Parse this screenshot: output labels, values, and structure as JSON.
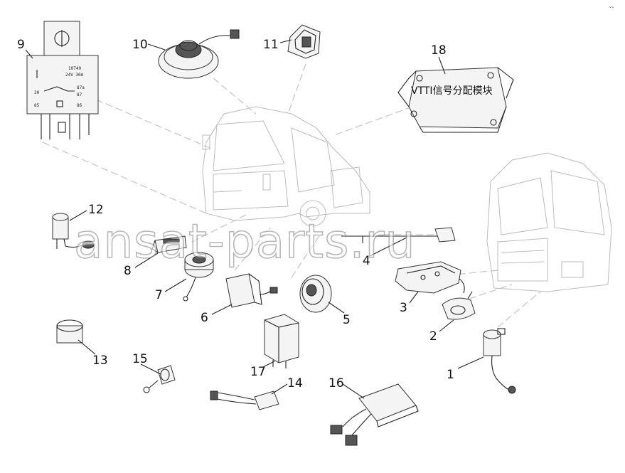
{
  "callouts": {
    "c1": "1",
    "c2": "2",
    "c3": "3",
    "c4": "4",
    "c5": "5",
    "c6": "6",
    "c7": "7",
    "c8": "8",
    "c9": "9",
    "c10": "10",
    "c11": "11",
    "c12": "12",
    "c13": "13",
    "c14": "14",
    "c15": "15",
    "c16": "16",
    "c17": "17",
    "c18": "18"
  },
  "module_label": "VTTI信号分配模块",
  "relay_text": {
    "line1": "10749",
    "line2": "24V 30A",
    "pin_87a": "87a",
    "pin_87": "87",
    "pin_86": "86",
    "pin_85": "85",
    "pin_30": "30"
  },
  "watermark": "ansat-parts.ru",
  "corner_mark": "~~",
  "colors": {
    "line": "#222222",
    "part_fill": "#f4f4f4",
    "watermark_stroke": "#8a8a8a"
  }
}
